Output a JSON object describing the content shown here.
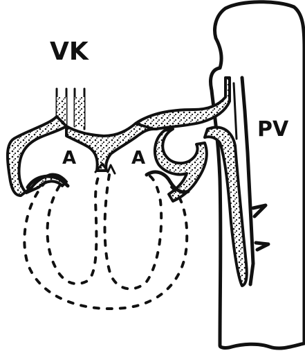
{
  "labels": {
    "vk": "VK",
    "atrium_left": "A",
    "atrium_right": "A",
    "pv": "PV"
  }
}
